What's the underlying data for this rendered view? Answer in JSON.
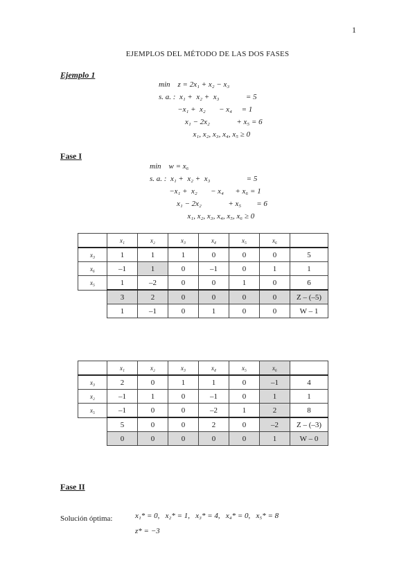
{
  "page_number": "1",
  "title": "EJEMPLOS DEL MÉTODO DE LAS DOS FASES",
  "example_heading": "Ejemplo 1",
  "example_model": [
    "min    z = 2x₁ + x₂ − x₃",
    "s. a. :  x₁ +  x₂ +  x₃              = 5",
    "   −x₁ +  x₂       − x₄     = 1",
    "    x₁ − 2x₂              + x₅ = 6",
    "      x₁, x₂, x₃, x₄, x₅ ≥ 0"
  ],
  "phase1_heading": "Fase I",
  "phase1_model": [
    "min    w = x₆",
    "s. a. :  x₁ +  x₂ +  x₃                   = 5",
    "   −x₁ +  x₂       − x₄      + x₆ = 1",
    "    x₁ − 2x₂              + x₅        = 6",
    "      x₁, x₂, x₃, x₄, x₅, x₆ ≥ 0"
  ],
  "tableau1": {
    "headers": [
      "x₁",
      "x₂",
      "x₃",
      "x₄",
      "x₅",
      "x₆",
      ""
    ],
    "rows": [
      {
        "label": "x₃",
        "cells": [
          "1",
          "1",
          "1",
          "0",
          "0",
          "0",
          "5"
        ]
      },
      {
        "label": "x₆",
        "cells": [
          "–1",
          "1",
          "0",
          "–1",
          "0",
          "1",
          "1"
        ]
      },
      {
        "label": "x₅",
        "cells": [
          "1",
          "–2",
          "0",
          "0",
          "1",
          "0",
          "6"
        ]
      },
      {
        "label": "",
        "cells": [
          "3",
          "2",
          "0",
          "0",
          "0",
          "0",
          "Z – (–5)"
        ]
      },
      {
        "label": "",
        "cells": [
          "1",
          "–1",
          "0",
          "1",
          "0",
          "0",
          "W – 1"
        ]
      }
    ]
  },
  "tableau2": {
    "headers": [
      "x₁",
      "x₂",
      "x₃",
      "x₄",
      "x₅",
      "x₆",
      ""
    ],
    "rows": [
      {
        "label": "x₃",
        "cells": [
          "2",
          "0",
          "1",
          "1",
          "0",
          "–1",
          "4"
        ]
      },
      {
        "label": "x₂",
        "cells": [
          "–1",
          "1",
          "0",
          "–1",
          "0",
          "1",
          "1"
        ]
      },
      {
        "label": "x₅",
        "cells": [
          "–1",
          "0",
          "0",
          "–2",
          "1",
          "2",
          "8"
        ]
      },
      {
        "label": "",
        "cells": [
          "5",
          "0",
          "0",
          "2",
          "0",
          "–2",
          "Z – (–3)"
        ]
      },
      {
        "label": "",
        "cells": [
          "0",
          "0",
          "0",
          "0",
          "0",
          "1",
          "W – 0"
        ]
      }
    ]
  },
  "phase2_heading": "Fase II",
  "solution_label": "Solución óptima:",
  "solution_line1": "x₁* = 0,   x₂* = 1,   x₃* = 4,   x₄* = 0,   x₅* = 8",
  "solution_line2": "z* = −3",
  "colors": {
    "shade": "#d9d9d9",
    "border": "#444444"
  }
}
